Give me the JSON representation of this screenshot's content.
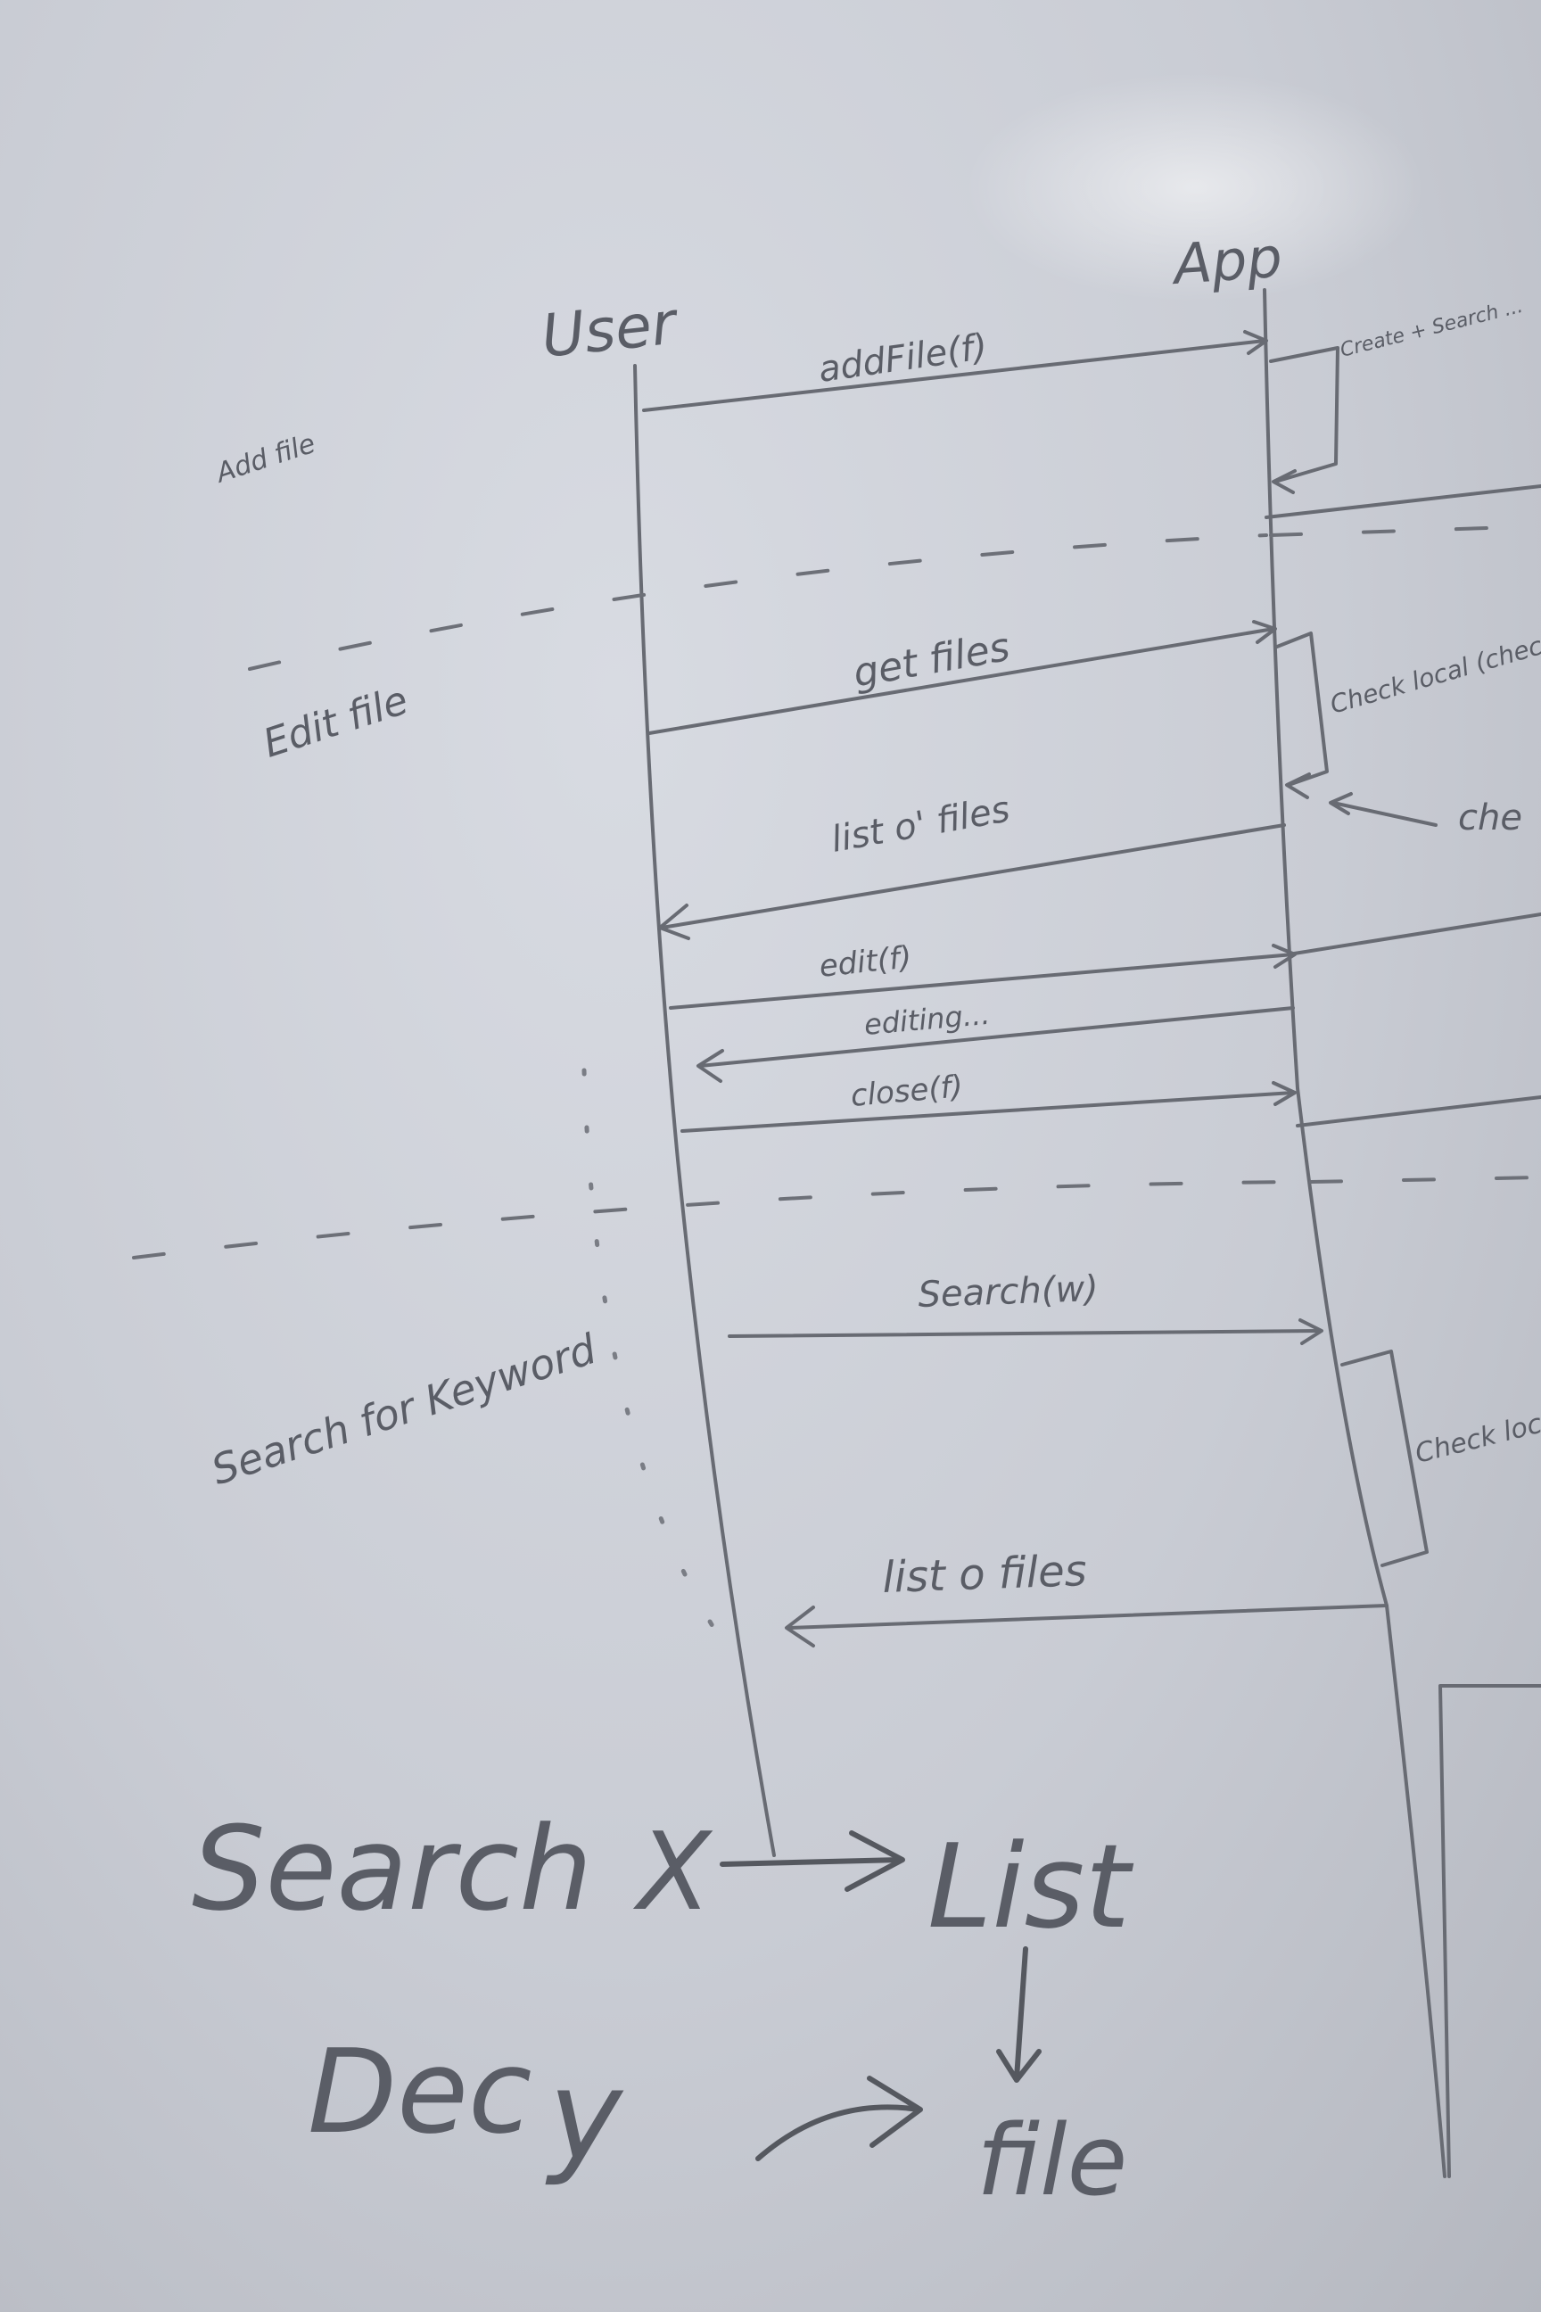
{
  "participants": {
    "user": "User",
    "app": "App"
  },
  "sections": {
    "add_file": "Add file",
    "edit_file": "Edit file",
    "search_keyword": "Search for Keyword"
  },
  "messages": {
    "add_file": "addFile(f)",
    "get_files": "get files",
    "list_of_files_1": "list o' files",
    "edit": "edit(f)",
    "editing": "editing...",
    "close": "close(f)",
    "search": "Search(w)",
    "list_of_files_2": "list o files"
  },
  "notes": {
    "create_search": "Create + Search ...",
    "check_local_1": "Check local (check",
    "check_local_2": "Check local",
    "check_arrow": "che"
  },
  "flow": {
    "search": "Search",
    "x": "X",
    "list": "List",
    "dec": "Dec",
    "y": "y",
    "file": "file"
  },
  "colors": {
    "marker": "#5a5d66",
    "board": "#cdd0d7"
  }
}
